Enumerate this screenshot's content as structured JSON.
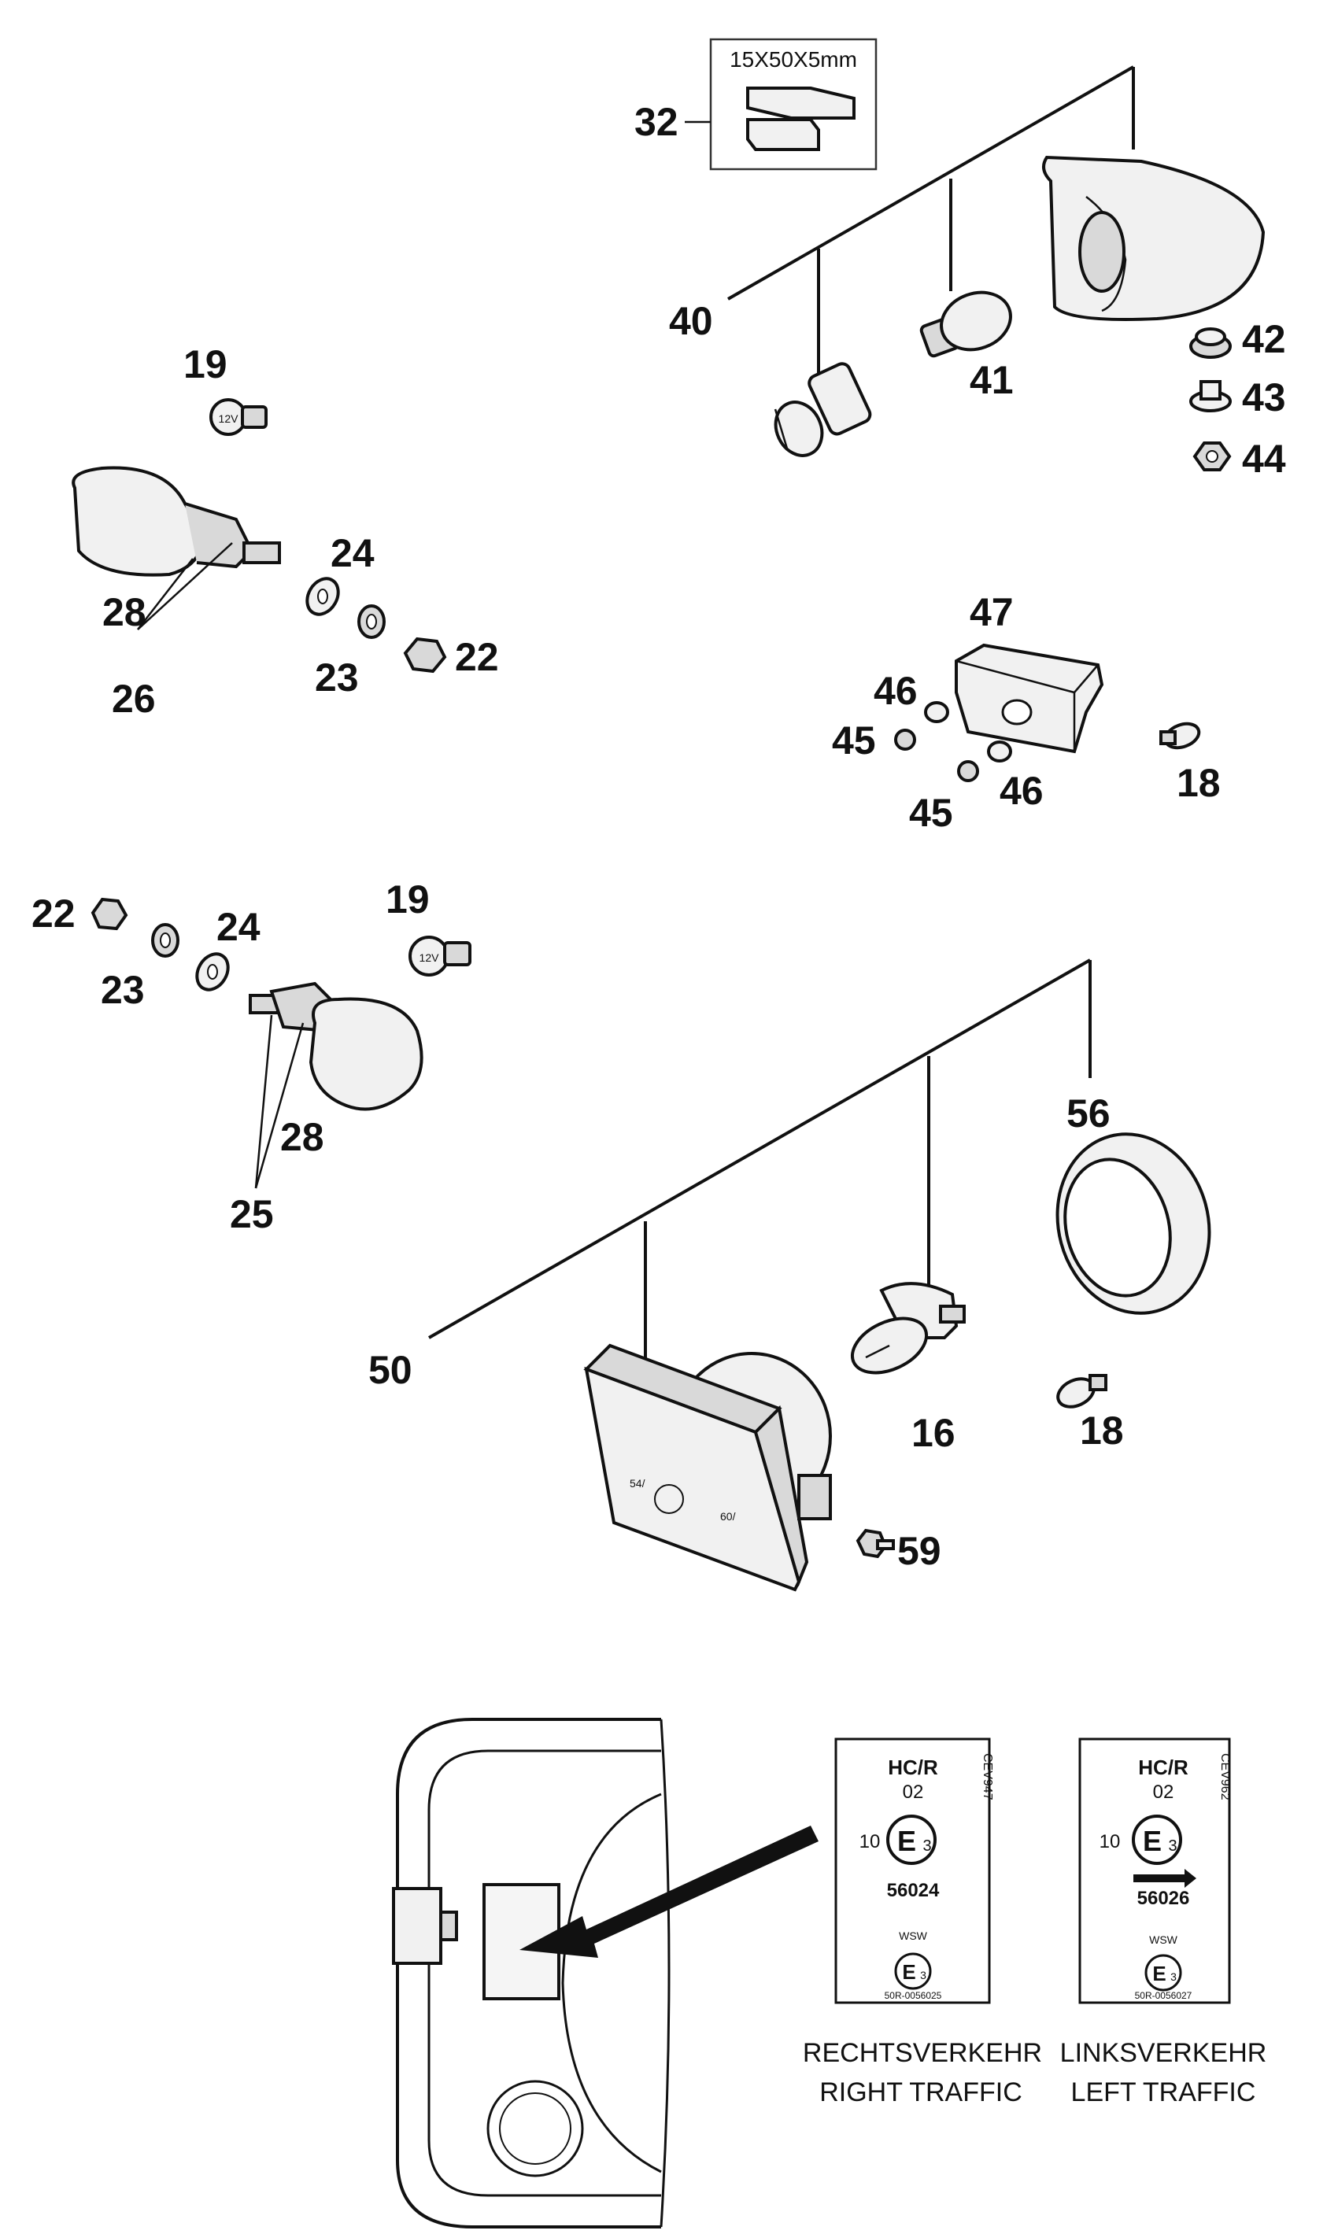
{
  "callouts": {
    "n32": "32",
    "n40": "40",
    "n41": "41",
    "n42": "42",
    "n43": "43",
    "n44": "44",
    "n19a": "19",
    "n28a": "28",
    "n26": "26",
    "n24a": "24",
    "n23a": "23",
    "n22a": "22",
    "n47": "47",
    "n46a": "46",
    "n45a": "45",
    "n45b": "45",
    "n46b": "46",
    "n18a": "18",
    "n22b": "22",
    "n23b": "23",
    "n24b": "24",
    "n19b": "19",
    "n28b": "28",
    "n25": "25",
    "n56": "56",
    "n50": "50",
    "n16": "16",
    "n18b": "18",
    "n59": "59"
  },
  "foam_pad_size": "15X50X5mm",
  "labels": {
    "right": {
      "code_side": "CEV947",
      "hcr": "HC/R",
      "num02": "02",
      "ten": "10",
      "e_mark": "E",
      "e_sub": "3",
      "approval": "56024",
      "wsw": "WSW",
      "e_mark2": "E",
      "e_sub2": "3",
      "small_code": "50R-0056025",
      "caption_de": "RECHTSVERKEHR",
      "caption_en": "RIGHT TRAFFIC"
    },
    "left": {
      "code_side": "CEV962",
      "hcr": "HC/R",
      "num02": "02",
      "ten": "10",
      "e_mark": "E",
      "e_sub": "3",
      "approval": "56026",
      "wsw": "WSW",
      "e_mark2": "E",
      "e_sub2": "3",
      "small_code": "50R-0056027",
      "caption_de": "LINKSVERKEHR",
      "caption_en": "LEFT TRAFFIC"
    }
  },
  "bulb_text": "12V",
  "headlight_text": {
    "left": "54/",
    "right": "60/"
  }
}
